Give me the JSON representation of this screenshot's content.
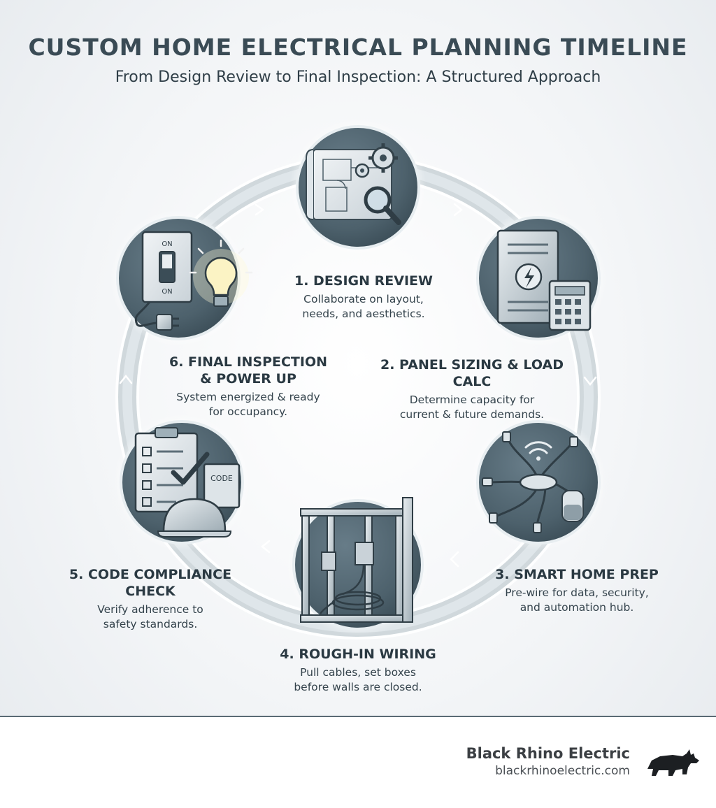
{
  "title": "CUSTOM HOME ELECTRICAL PLANNING TIMELINE",
  "subtitle": "From Design Review to Final Inspection: A Structured Approach",
  "steps": [
    {
      "title": "1. DESIGN REVIEW",
      "desc1": "Collaborate on layout,",
      "desc2": "needs, and aesthetics.",
      "icon": "blueprint-gears-magnifier-icon"
    },
    {
      "title": "2. PANEL SIZING & LOAD CALC",
      "desc1": "Determine capacity for",
      "desc2": "current & future demands.",
      "icon": "electrical-panel-calculator-icon"
    },
    {
      "title": "3. SMART HOME PREP",
      "desc1": "Pre-wire for data, security,",
      "desc2": "and automation hub.",
      "icon": "network-hub-icon"
    },
    {
      "title": "4. ROUGH-IN WIRING",
      "desc1": "Pull cables, set boxes",
      "desc2": "before walls are closed.",
      "icon": "wall-framing-wiring-icon"
    },
    {
      "title1": "5. CODE COMPLIANCE",
      "title2": "CHECK",
      "desc1": "Verify adherence to",
      "desc2": "safety standards.",
      "icon": "clipboard-hardhat-code-icon"
    },
    {
      "title1": "6. FINAL INSPECTION",
      "title2": "& POWER UP",
      "desc1": "System energized & ready",
      "desc2": "for occupancy.",
      "icon": "switch-bulb-plug-icon"
    }
  ],
  "icon_labels": {
    "switch_on_top": "ON",
    "switch_on_bottom": "ON",
    "code_book": "CODE"
  },
  "footer": {
    "brand": "Black Rhino Electric",
    "url": "blackrhinoelectric.com",
    "logo_icon": "rhino-logo-icon"
  },
  "colors": {
    "circle": "#4f6470",
    "circle_dark": "#3d505b",
    "ring": "#b9c6cd",
    "text": "#2a3942"
  }
}
